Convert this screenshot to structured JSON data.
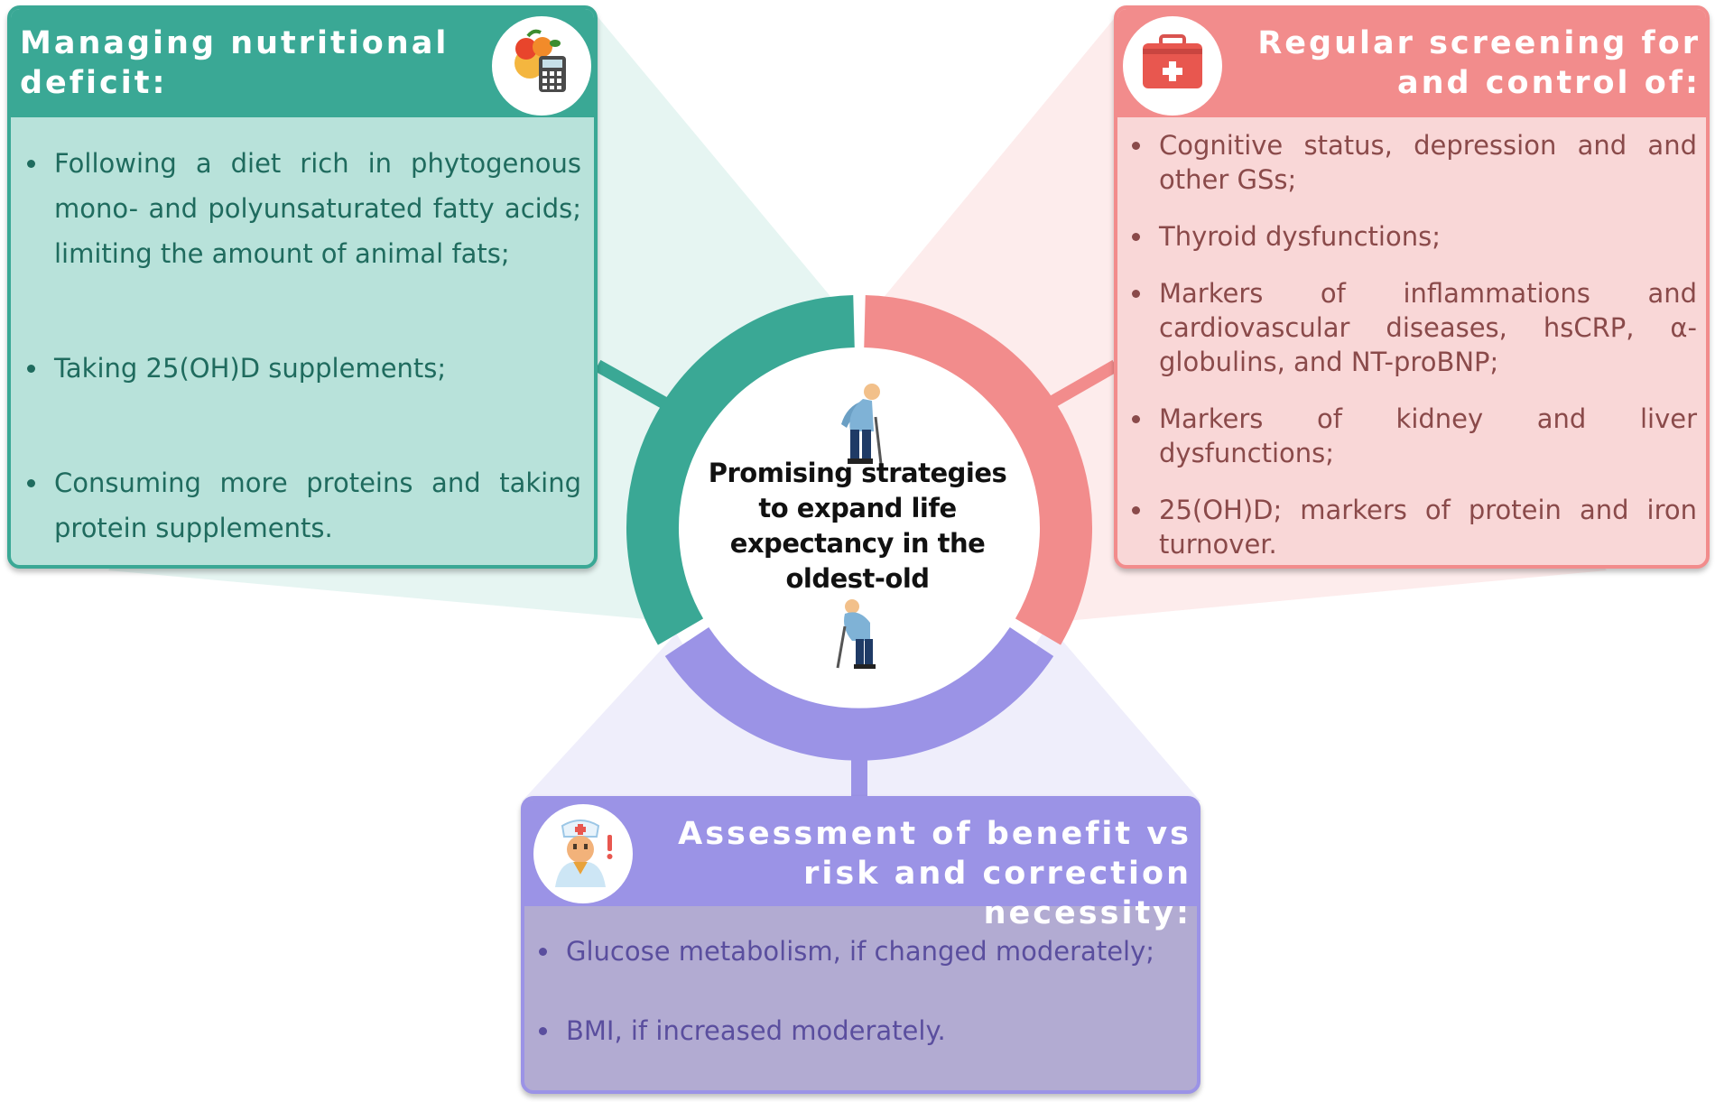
{
  "center": {
    "title": "Promising strategies to expand life expectancy in the oldest-old",
    "icons": [
      "elderly-person-icon",
      "elderly-person-icon"
    ]
  },
  "colors": {
    "green": "#3aa895",
    "green_light": "#b8e2da",
    "red": "#f28c8c",
    "red_light": "#f9d7d7",
    "purple": "#9b93e6",
    "purple_light": "#b2abd2"
  },
  "panels": {
    "nutrition": {
      "title": "Managing nutritional deficit:",
      "icon": "fruits-calculator-icon",
      "items": [
        "Following a diet rich in phytogenous mono- and polyunsaturated fatty acids; limiting the amount of animal fats;",
        "Taking 25(OH)D supplements;",
        "Consuming more proteins and taking protein supplements."
      ]
    },
    "screening": {
      "title": "Regular screening for and control of:",
      "icon": "first-aid-kit-icon",
      "items": [
        "Cognitive status, depression and and other GSs;",
        "Thyroid dysfunctions;",
        "Markers of inflammations and cardiovascular diseases, hsCRP, α-globulins, and NT-proBNP;",
        "Markers of kidney and liver dysfunctions;",
        "25(OH)D; markers of protein and iron turnover."
      ]
    },
    "assessment": {
      "title": "Assessment of benefit vs risk and correction necessity:",
      "icon": "doctor-alert-icon",
      "items": [
        "Glucose metabolism, if changed moderately;",
        "BMI, if increased moderately."
      ]
    }
  }
}
